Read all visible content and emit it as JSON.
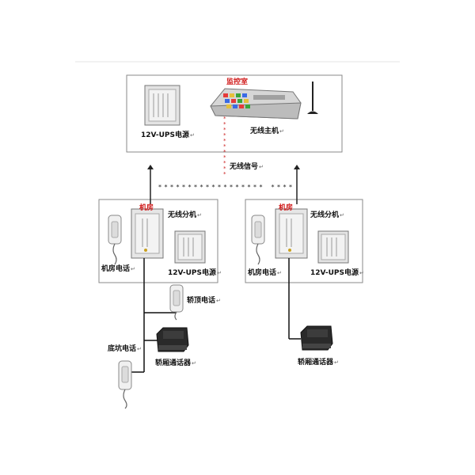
{
  "monitor_room": {
    "title": "监控室",
    "ups_label": "12V-UPS电源",
    "host_label": "无线主机"
  },
  "signal_label": "无线信号",
  "left_room": {
    "title": "机房",
    "branch_label": "无线分机",
    "phone_label": "机房电话",
    "ups_label": "12V-UPS电源",
    "car_top_phone_label": "轿顶电话",
    "pit_phone_label": "底坑电话",
    "car_intercom_label": "轿厢通话器"
  },
  "right_room": {
    "title": "机房",
    "branch_label": "无线分机",
    "phone_label": "机房电话",
    "ups_label": "12V-UPS电源",
    "car_intercom_label": "轿厢通话器"
  },
  "paragraph_mark": "↵",
  "colors": {
    "title_red": "#d01818",
    "signal_dot": "#cc2222",
    "border": "#8a8a8a",
    "cabinet": "#e4e4e4",
    "wire": "#111111"
  }
}
